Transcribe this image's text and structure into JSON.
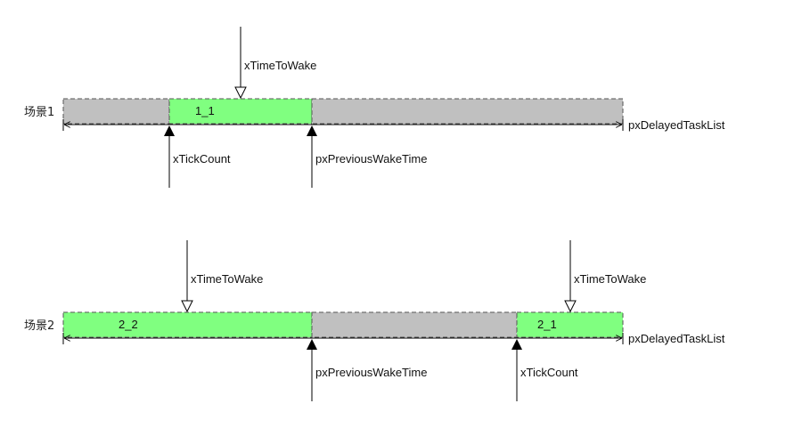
{
  "colors": {
    "gray_fill": "#c0c0c0",
    "green_fill": "#80ff80",
    "line": "#000000",
    "dash": "#555555"
  },
  "scenario1": {
    "label": "场景1",
    "segment_label": "1_1",
    "list_label": "pxDelayedTaskList",
    "wake_label": "xTimeToWake",
    "tick_label": "xTickCount",
    "prev_label": "pxPreviousWakeTime"
  },
  "scenario2": {
    "label": "场景2",
    "segment_left_label": "2_2",
    "segment_right_label": "2_1",
    "list_label": "pxDelayedTaskList",
    "wake_left_label": "xTimeToWake",
    "wake_right_label": "xTimeToWake",
    "prev_label": "pxPreviousWakeTime",
    "tick_label": "xTickCount"
  }
}
